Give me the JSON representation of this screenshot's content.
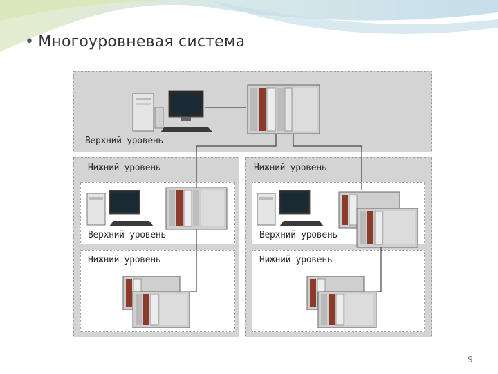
{
  "slide": {
    "bullet": "•",
    "title": "Многоуровневая система",
    "page_number": "9"
  },
  "diagram": {
    "top_panel": {
      "label": "Верхний уровень"
    },
    "left_branch": {
      "label": "Нижний уровень",
      "upper": {
        "label": "Верхний уровень"
      },
      "lower": {
        "label": "Нижний уровень"
      }
    },
    "right_branch": {
      "label": "Нижний уровень",
      "upper": {
        "label": "Верхний уровень"
      },
      "lower": {
        "label": "Нижний уровень"
      }
    },
    "icons": [
      "workstation-icon",
      "controller-rack-icon"
    ]
  }
}
